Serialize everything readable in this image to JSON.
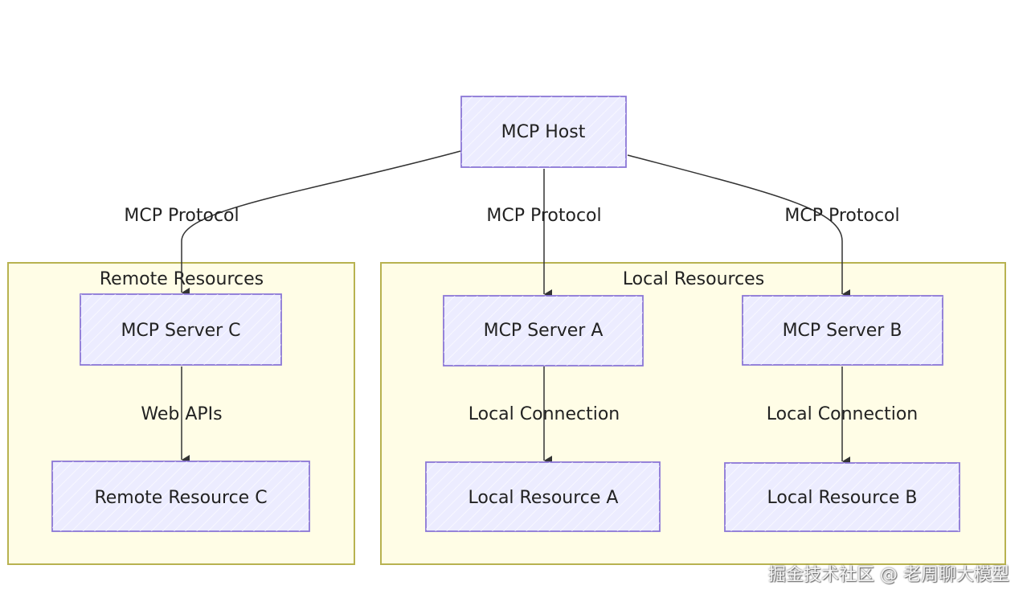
{
  "nodes": {
    "host": "MCP Host",
    "server_c": "MCP Server C",
    "server_a": "MCP Server A",
    "server_b": "MCP Server B",
    "resource_c": "Remote Resource C",
    "resource_a": "Local Resource A",
    "resource_b": "Local Resource B"
  },
  "groups": {
    "remote": "Remote Resources",
    "local": "Local Resources"
  },
  "edges": {
    "host_to_c": "MCP Protocol",
    "host_to_a": "MCP Protocol",
    "host_to_b": "MCP Protocol",
    "c_to_rc": "Web APIs",
    "a_to_ra": "Local Connection",
    "b_to_rb": "Local Connection"
  },
  "colors": {
    "group_fill": "#fffde6",
    "group_stroke": "#b8b250",
    "node_fill": "#ececff",
    "node_stroke": "#8b76d6"
  },
  "watermark": "掘金技术社区 @ 老周聊大模型"
}
